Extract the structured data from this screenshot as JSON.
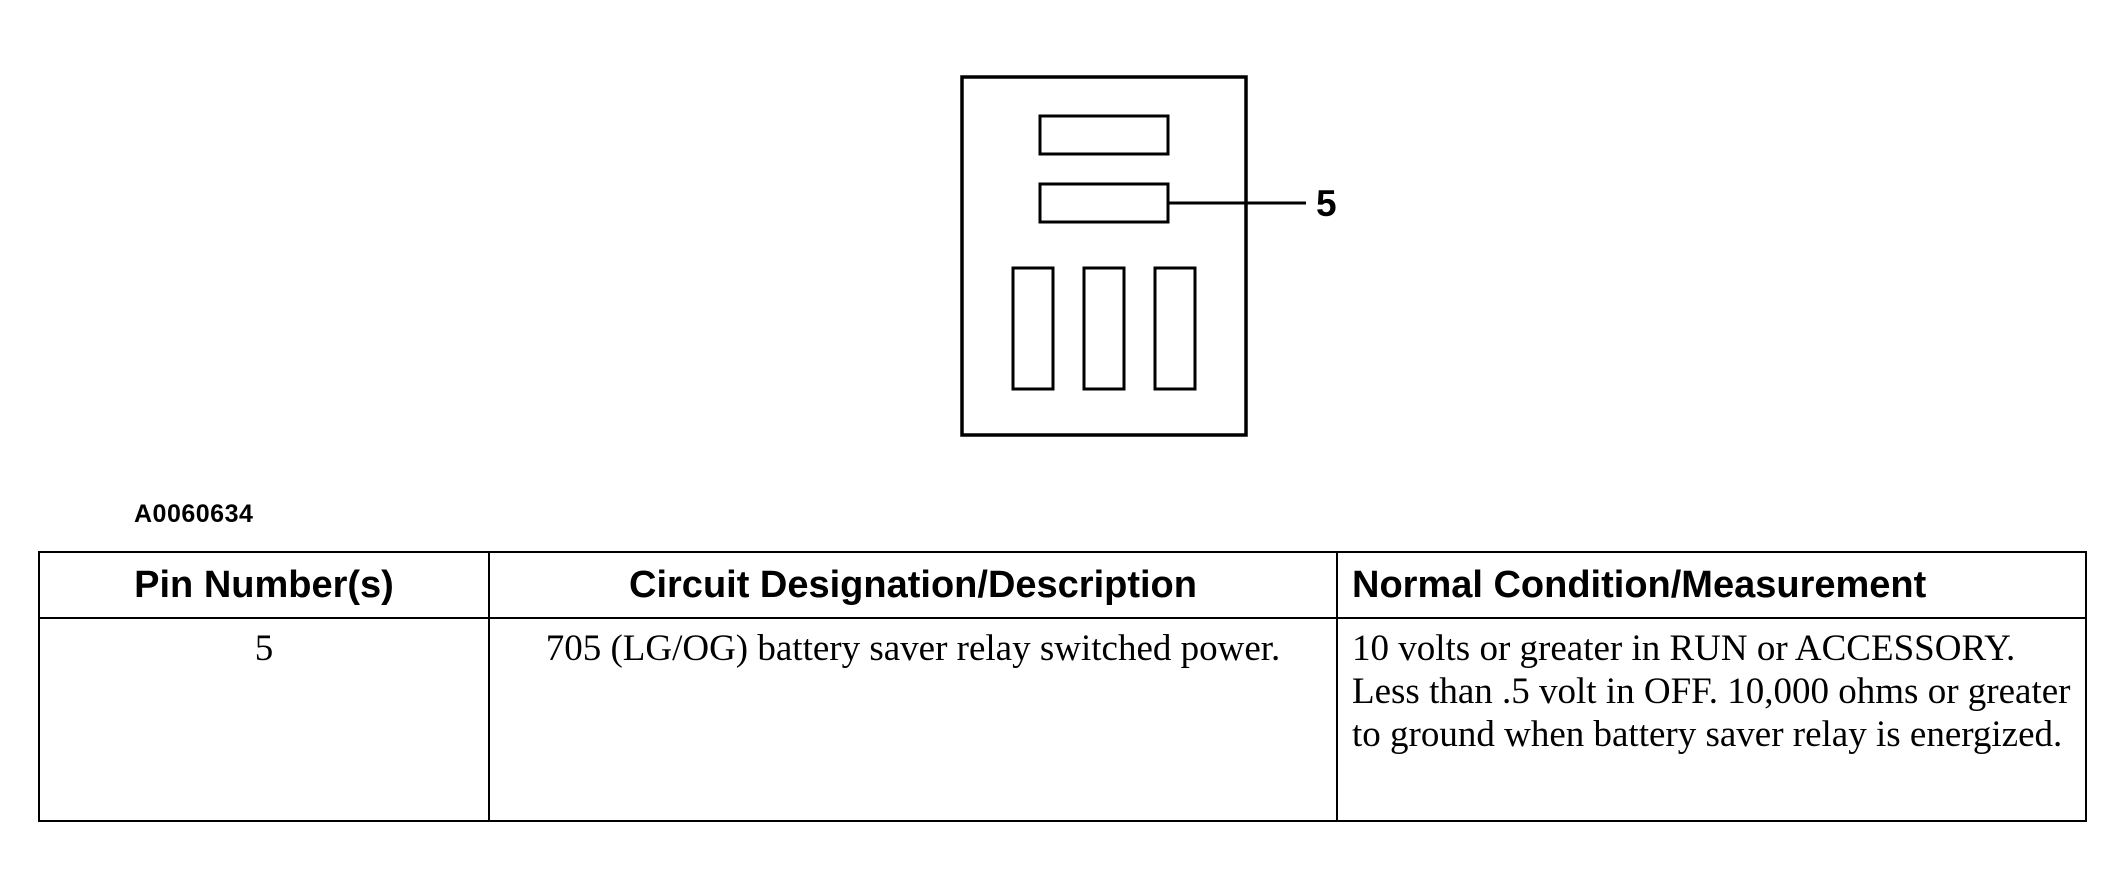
{
  "diagram": {
    "callout_label": "5"
  },
  "figure_id": "A0060634",
  "table": {
    "headers": {
      "pin": "Pin Number(s)",
      "circuit": "Circuit Designation/Description",
      "condition": "Normal Condition/Measurement"
    },
    "rows": [
      {
        "pin": "5",
        "circuit": "705 (LG/OG) battery saver relay switched power.",
        "condition": "10 volts or greater in RUN or ACCESSORY. Less than .5 volt in OFF. 10,000 ohms or greater to ground when battery saver relay is energized."
      }
    ]
  }
}
